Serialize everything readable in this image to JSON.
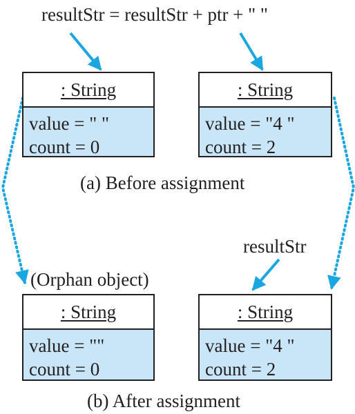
{
  "statement": "resultStr = resultStr + ptr + \" \"",
  "caption_a": "(a) Before assignment",
  "caption_b": "(b) After assignment",
  "orphan_label": "(Orphan object)",
  "resultstr_label": "resultStr",
  "colors": {
    "arrow": "#1aa6e0",
    "field_fill": "#c8e6f7",
    "outline": "#231f20"
  },
  "objects": {
    "before_left": {
      "header": ": String",
      "value": "value = \" \"",
      "count": "count = 0"
    },
    "before_right": {
      "header": ": String",
      "value": "value = \"4 \"",
      "count": "count = 2"
    },
    "after_left": {
      "header": ": String",
      "value": "value = \"\"",
      "count": "count = 0"
    },
    "after_right": {
      "header": ": String",
      "value": "value = \"4 \"",
      "count": "count = 2"
    }
  }
}
